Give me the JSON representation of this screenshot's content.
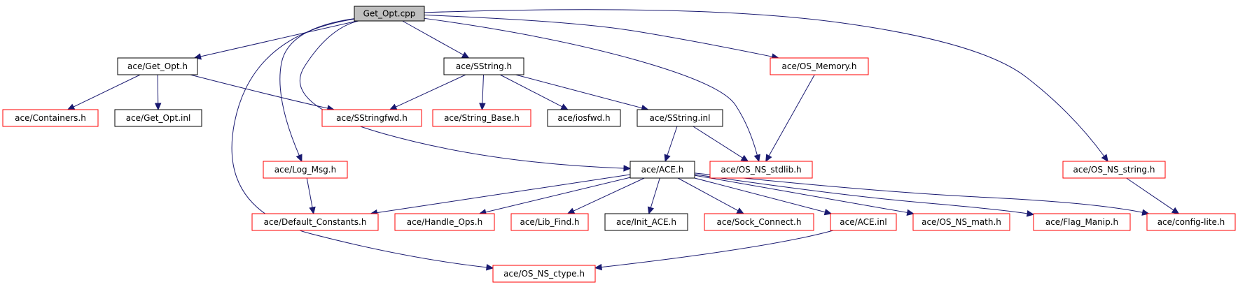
{
  "graph": {
    "nodes": [
      {
        "id": "get_opt_cpp",
        "label": "Get_Opt.cpp",
        "style": "root"
      },
      {
        "id": "get_opt_h",
        "label": "ace/Get_Opt.h",
        "style": "normal"
      },
      {
        "id": "sstring_h",
        "label": "ace/SString.h",
        "style": "normal"
      },
      {
        "id": "os_memory_h",
        "label": "ace/OS_Memory.h",
        "style": "red"
      },
      {
        "id": "containers_h",
        "label": "ace/Containers.h",
        "style": "red"
      },
      {
        "id": "get_opt_inl",
        "label": "ace/Get_Opt.inl",
        "style": "normal"
      },
      {
        "id": "sstringfwd_h",
        "label": "ace/SStringfwd.h",
        "style": "red"
      },
      {
        "id": "string_base_h",
        "label": "ace/String_Base.h",
        "style": "red"
      },
      {
        "id": "iosfwd_h",
        "label": "ace/iosfwd.h",
        "style": "normal"
      },
      {
        "id": "sstring_inl",
        "label": "ace/SString.inl",
        "style": "normal"
      },
      {
        "id": "log_msg_h",
        "label": "ace/Log_Msg.h",
        "style": "red"
      },
      {
        "id": "ace_h",
        "label": "ace/ACE.h",
        "style": "normal"
      },
      {
        "id": "os_ns_stdlib_h",
        "label": "ace/OS_NS_stdlib.h",
        "style": "red"
      },
      {
        "id": "os_ns_string_h",
        "label": "ace/OS_NS_string.h",
        "style": "red"
      },
      {
        "id": "default_constants_h",
        "label": "ace/Default_Constants.h",
        "style": "red"
      },
      {
        "id": "handle_ops_h",
        "label": "ace/Handle_Ops.h",
        "style": "red"
      },
      {
        "id": "lib_find_h",
        "label": "ace/Lib_Find.h",
        "style": "red"
      },
      {
        "id": "init_ace_h",
        "label": "ace/Init_ACE.h",
        "style": "normal"
      },
      {
        "id": "sock_connect_h",
        "label": "ace/Sock_Connect.h",
        "style": "red"
      },
      {
        "id": "ace_inl",
        "label": "ace/ACE.inl",
        "style": "red"
      },
      {
        "id": "os_ns_math_h",
        "label": "ace/OS_NS_math.h",
        "style": "red"
      },
      {
        "id": "flag_manip_h",
        "label": "ace/Flag_Manip.h",
        "style": "red"
      },
      {
        "id": "config_lite_h",
        "label": "ace/config-lite.h",
        "style": "red"
      },
      {
        "id": "os_ns_ctype_h",
        "label": "ace/OS_NS_ctype.h",
        "style": "red"
      }
    ],
    "edges": [
      {
        "from": "get_opt_cpp",
        "to": "get_opt_h"
      },
      {
        "from": "get_opt_cpp",
        "to": "sstring_h"
      },
      {
        "from": "get_opt_cpp",
        "to": "os_memory_h"
      },
      {
        "from": "get_opt_cpp",
        "to": "os_ns_stdlib_h"
      },
      {
        "from": "get_opt_cpp",
        "to": "os_ns_string_h"
      },
      {
        "from": "get_opt_cpp",
        "to": "log_msg_h"
      },
      {
        "from": "get_opt_cpp",
        "to": "ace_h"
      },
      {
        "from": "get_opt_cpp",
        "to": "os_ns_ctype_h"
      },
      {
        "from": "get_opt_h",
        "to": "containers_h"
      },
      {
        "from": "get_opt_h",
        "to": "get_opt_inl"
      },
      {
        "from": "get_opt_h",
        "to": "sstringfwd_h"
      },
      {
        "from": "sstring_h",
        "to": "sstringfwd_h"
      },
      {
        "from": "sstring_h",
        "to": "string_base_h"
      },
      {
        "from": "sstring_h",
        "to": "iosfwd_h"
      },
      {
        "from": "sstring_h",
        "to": "sstring_inl"
      },
      {
        "from": "sstring_inl",
        "to": "ace_h"
      },
      {
        "from": "sstring_inl",
        "to": "os_ns_stdlib_h"
      },
      {
        "from": "os_memory_h",
        "to": "os_ns_stdlib_h"
      },
      {
        "from": "log_msg_h",
        "to": "default_constants_h"
      },
      {
        "from": "os_ns_string_h",
        "to": "config_lite_h"
      },
      {
        "from": "ace_h",
        "to": "default_constants_h"
      },
      {
        "from": "ace_h",
        "to": "handle_ops_h"
      },
      {
        "from": "ace_h",
        "to": "lib_find_h"
      },
      {
        "from": "ace_h",
        "to": "init_ace_h"
      },
      {
        "from": "ace_h",
        "to": "sock_connect_h"
      },
      {
        "from": "ace_h",
        "to": "ace_inl"
      },
      {
        "from": "ace_h",
        "to": "os_ns_math_h"
      },
      {
        "from": "ace_h",
        "to": "flag_manip_h"
      },
      {
        "from": "ace_h",
        "to": "config_lite_h"
      },
      {
        "from": "ace_inl",
        "to": "os_ns_ctype_h"
      }
    ]
  },
  "colors": {
    "edge": "#191970",
    "normal_border": "#000000",
    "red_border": "#ff0000",
    "root_fill": "#bfbfbf",
    "box_fill": "#ffffff",
    "text": "#000000"
  }
}
